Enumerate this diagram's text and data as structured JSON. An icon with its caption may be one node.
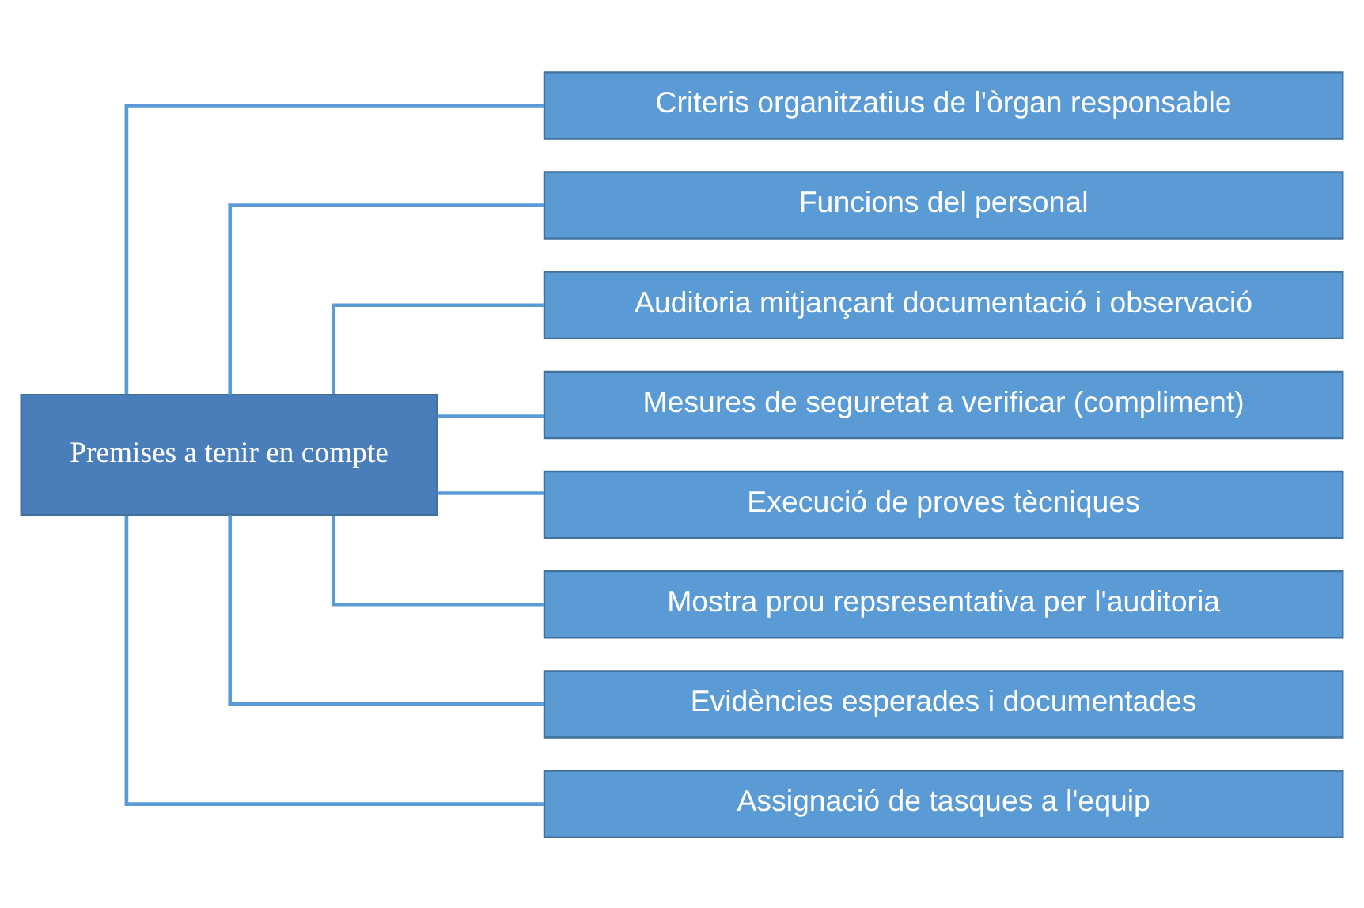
{
  "diagram": {
    "nodes": [
      {
        "text": [
          "Premises a tenir en compte"
        ]
      },
      {
        "text": [
          "Criteris organitzatius de l'òrgan responsable"
        ]
      },
      {
        "text": [
          "Funcions del personal"
        ]
      },
      {
        "text": [
          "Auditoria mitjançant documentació i observació"
        ]
      },
      {
        "text": [
          "Mesures de seguretat a verificar (compliment)"
        ]
      },
      {
        "text": [
          "Execució de proves tècniques"
        ]
      },
      {
        "text": [
          "Mostra prou repsresentativa per l'auditoria"
        ]
      },
      {
        "text": [
          "Evidències esperades i documentades"
        ]
      },
      {
        "text": [
          "Assignació de tasques a l'equip"
        ]
      }
    ],
    "edges": [
      {
        "from": 0,
        "to": 1,
        "arrow": "none"
      },
      {
        "from": 0,
        "to": 2,
        "arrow": "none"
      },
      {
        "from": 0,
        "to": 3,
        "arrow": "none"
      },
      {
        "from": 0,
        "to": 4,
        "arrow": "none"
      },
      {
        "from": 0,
        "to": 5,
        "arrow": "none"
      },
      {
        "from": 0,
        "to": 6,
        "arrow": "none"
      },
      {
        "from": 0,
        "to": 7,
        "arrow": "none"
      },
      {
        "from": 0,
        "to": 8,
        "arrow": "none"
      }
    ]
  }
}
